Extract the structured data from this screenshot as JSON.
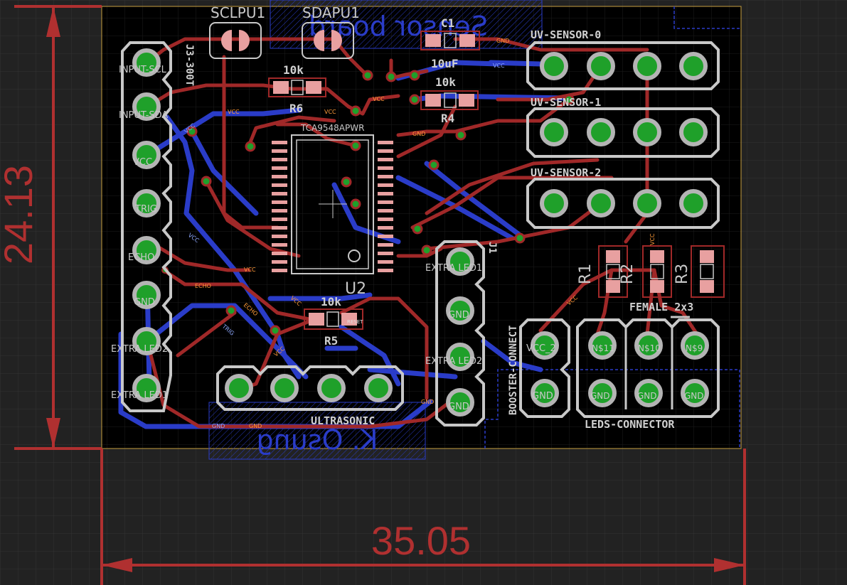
{
  "dimensions": {
    "width_mm": "35.05",
    "height_mm": "24.13"
  },
  "colors": {
    "background": "#222222",
    "grid": "#333333",
    "board": "#000000",
    "top_copper": "#a02828",
    "bottom_copper": "#2a3cc8",
    "pad_ring": "#b4b4b4",
    "drill": "#1fa02a",
    "dimension": "#b03030",
    "board_outline": "#c8a040"
  },
  "silkscreen": {
    "sclpu": "SCLPU1",
    "sdapu": "SDAPU1",
    "c1": "C1",
    "c1_value": "10uF",
    "r6": "R6",
    "r6_value": "10k",
    "r4": "R4",
    "r4_value": "10k",
    "r5": "R5",
    "r5_value": "10k",
    "u2": "U2",
    "ic_name": "TCA9548APWR",
    "j3": "J3-300T",
    "j1": "J1",
    "r1": "R1",
    "r2": "R2",
    "r3": "R3",
    "female": "FEMALE 2x3",
    "uv0": "UV-SENSOR-0",
    "uv1": "UV-SENSOR-1",
    "uv2": "UV-SENSOR-2",
    "booster": "BOOSTER-CONNECT",
    "ultrasonic": "ULTRASONIC",
    "leds_connector": "LEDS-CONNECTOR",
    "mirrored_bottom_top": "Sensor board",
    "mirrored_bottom_bottom": "K. Osung"
  },
  "left_header_labels": [
    "INPUT-SCL",
    "INPUT-SDA",
    "VCC",
    "TRIG",
    "ECHO",
    "GND",
    "EXTRA LED2",
    "EXTRA LED1"
  ],
  "j1_labels": [
    "EXTRA LED1",
    "GND",
    "EXTRA LED2",
    "GND"
  ],
  "booster_labels": [
    "VCC_2",
    "GND"
  ],
  "leds_labels": [
    "N$11",
    "N$10",
    "N$9",
    "GND",
    "GND",
    "GND"
  ],
  "net_names": {
    "vcc": "VCC",
    "gnd": "GND",
    "echo": "ECHO",
    "trig": "TRIG",
    "reset": "RESET",
    "n11": "N$11",
    "n10": "N$10",
    "n9": "N$9",
    "vcc2": "VCC_2"
  }
}
